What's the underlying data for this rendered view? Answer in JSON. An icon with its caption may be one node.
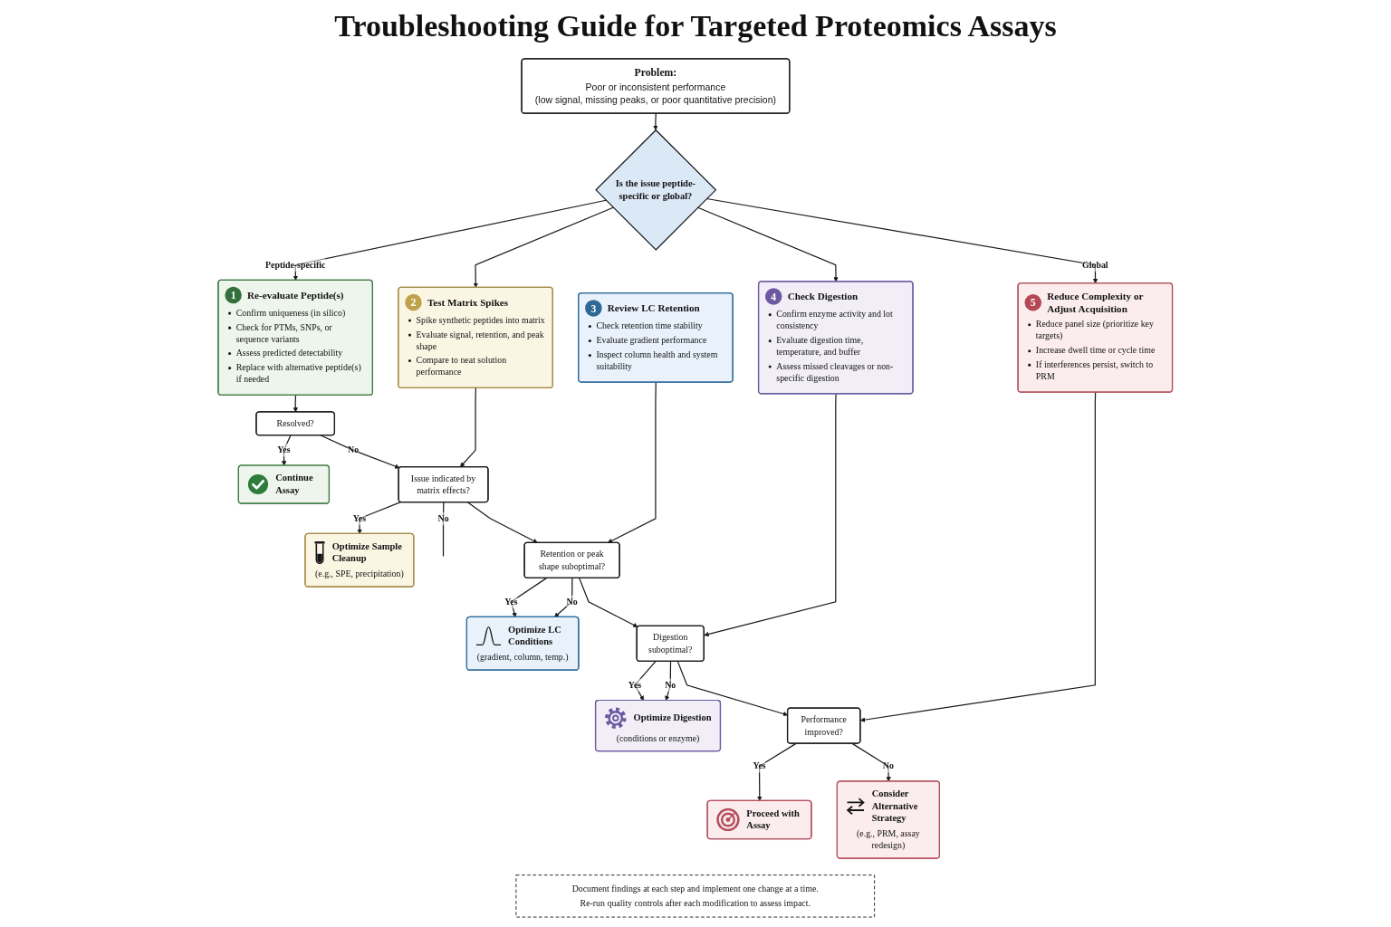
{
  "diagram": {
    "title": "Troubleshooting Guide for Targeted Proteomics Assays",
    "nodes": [
      {
        "text": [
          "Problem:",
          "Poor or inconsistent performance",
          "(low signal, missing peaks, or poor quantitative precision)"
        ]
      },
      {
        "text": [
          "Is the issue peptide-specific or global?"
        ]
      },
      {
        "text": [
          "1",
          "Re-evaluate Peptide(s)",
          "Confirm uniqueness (in silico)",
          "Check for PTMs, SNPs, or sequence variants",
          "Assess predicted detectability",
          "Replace with alternative peptide(s) if needed"
        ]
      },
      {
        "text": [
          "2",
          "Test Matrix Spikes",
          "Spike synthetic peptides into matrix",
          "Evaluate signal, retention, and peak shape",
          "Compare to neat solution performance"
        ]
      },
      {
        "text": [
          "3",
          "Review LC Retention",
          "Check retention time stability",
          "Evaluate gradient performance",
          "Inspect column health and system suitability"
        ]
      },
      {
        "text": [
          "4",
          "Check Digestion",
          "Confirm enzyme activity and lot consistency",
          "Evaluate digestion time, temperature, and buffer",
          "Assess missed cleavages or non-specific digestion"
        ]
      },
      {
        "text": [
          "5",
          "Reduce Complexity or Adjust Acquisition",
          "Reduce panel size (prioritize key targets)",
          "Increase dwell time or cycle time",
          "If interferences persist, switch to PRM"
        ]
      },
      {
        "text": [
          "Resolved?"
        ]
      },
      {
        "text": [
          "Issue indicated by matrix effects?"
        ]
      },
      {
        "text": [
          "Retention or peak shape suboptimal?"
        ]
      },
      {
        "text": [
          "Digestion suboptimal?"
        ]
      },
      {
        "text": [
          "Performance improved?"
        ]
      },
      {
        "text": [
          "Continue Assay"
        ]
      },
      {
        "text": [
          "Optimize Sample Cleanup",
          "(e.g., SPE, precipitation)"
        ]
      },
      {
        "text": [
          "Optimize LC Conditions",
          "(gradient, column, temp.)"
        ]
      },
      {
        "text": [
          "Optimize Digestion",
          "(conditions or enzyme)"
        ]
      },
      {
        "text": [
          "Proceed with Assay"
        ]
      },
      {
        "text": [
          "Consider Alternative Strategy",
          "(e.g., PRM, assay redesign)"
        ]
      },
      {
        "text": [
          "Document findings at each step and implement one change at a time.",
          "Re-run quality controls after each modification to assess impact."
        ]
      }
    ],
    "edges": [
      {
        "from": 0,
        "to": 1,
        "arrow": "to"
      },
      {
        "from": 1,
        "to": 2,
        "arrow": "to",
        "label": "Peptide-specific"
      },
      {
        "from": 1,
        "to": 3,
        "arrow": "to"
      },
      {
        "from": 1,
        "to": 5,
        "arrow": "to"
      },
      {
        "from": 1,
        "to": 6,
        "arrow": "to",
        "label": "Global"
      },
      {
        "from": 2,
        "to": 7,
        "arrow": "to"
      },
      {
        "from": 3,
        "to": 8,
        "arrow": "to"
      },
      {
        "from": 4,
        "to": 9,
        "arrow": "to"
      },
      {
        "from": 5,
        "to": 10,
        "arrow": "to"
      },
      {
        "from": 6,
        "to": 11,
        "arrow": "to"
      },
      {
        "from": 7,
        "to": 12,
        "arrow": "to",
        "label": "Yes"
      },
      {
        "from": 7,
        "to": 8,
        "arrow": "to",
        "label": "No"
      },
      {
        "from": 8,
        "to": 13,
        "arrow": "to",
        "label": "Yes"
      },
      {
        "from": 8,
        "to": null,
        "arrow": "none",
        "label": "No"
      },
      {
        "from": 8,
        "to": 9,
        "arrow": "to"
      },
      {
        "from": 9,
        "to": 14,
        "arrow": "to",
        "label": "Yes"
      },
      {
        "from": 9,
        "to": 14,
        "arrow": "to",
        "label": "No"
      },
      {
        "from": 9,
        "to": 10,
        "arrow": "to"
      },
      {
        "from": 10,
        "to": 15,
        "arrow": "to",
        "label": "Yes"
      },
      {
        "from": 10,
        "to": 15,
        "arrow": "to",
        "label": "No"
      },
      {
        "from": 10,
        "to": 11,
        "arrow": "to"
      },
      {
        "from": 11,
        "to": 16,
        "arrow": "to",
        "label": "Yes"
      },
      {
        "from": 11,
        "to": 17,
        "arrow": "to",
        "label": "No"
      }
    ]
  }
}
